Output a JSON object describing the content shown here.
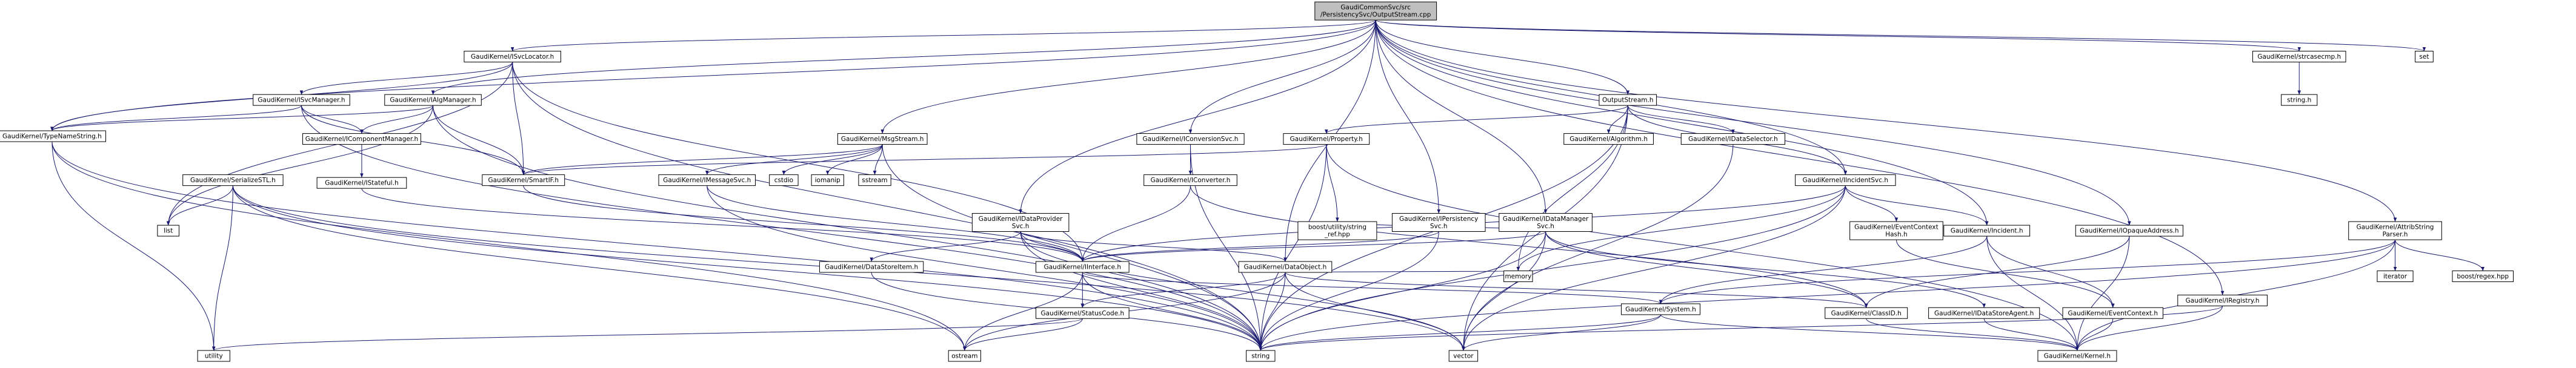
{
  "diagram": {
    "colors": {
      "edge": "#191970",
      "root_fill": "#bfbfbf",
      "box_fill": "#ffffff",
      "box_stroke": "#000000",
      "link_border_red": "#ff0000",
      "text": "#000000"
    },
    "nodes": [
      {
        "id": "root",
        "lines": [
          "GaudiCommonSvc/src",
          "/PersistencySvc/OutputStream.cpp"
        ],
        "style": "root"
      },
      {
        "id": "svclocator",
        "lines": [
          "GaudiKernel/ISvcLocator.h"
        ],
        "style": "box"
      },
      {
        "id": "typenamestring",
        "lines": [
          "GaudiKernel/TypeNameString.h"
        ],
        "style": "box"
      },
      {
        "id": "isvcmanager",
        "lines": [
          "GaudiKernel/ISvcManager.h"
        ],
        "style": "red"
      },
      {
        "id": "ialgmanager",
        "lines": [
          "GaudiKernel/IAlgManager.h"
        ],
        "style": "box"
      },
      {
        "id": "icomponentmanager",
        "lines": [
          "GaudiKernel/IComponentManager.h"
        ],
        "style": "box"
      },
      {
        "id": "istateful",
        "lines": [
          "GaudiKernel/IStateful.h"
        ],
        "style": "red"
      },
      {
        "id": "serializestl",
        "lines": [
          "GaudiKernel/SerializeSTL.h"
        ],
        "style": "red"
      },
      {
        "id": "list",
        "lines": [
          "list"
        ],
        "style": "plain"
      },
      {
        "id": "smartif",
        "lines": [
          "GaudiKernel/SmartIF.h"
        ],
        "style": "box"
      },
      {
        "id": "msgstream",
        "lines": [
          "GaudiKernel/MsgStream.h"
        ],
        "style": "box"
      },
      {
        "id": "imessagesvc",
        "lines": [
          "GaudiKernel/IMessageSvc.h"
        ],
        "style": "red"
      },
      {
        "id": "cstdio",
        "lines": [
          "cstdio"
        ],
        "style": "plain"
      },
      {
        "id": "iomanip",
        "lines": [
          "iomanip"
        ],
        "style": "plain"
      },
      {
        "id": "sstream",
        "lines": [
          "sstream"
        ],
        "style": "plain"
      },
      {
        "id": "idataprovider",
        "lines": [
          "GaudiKernel/IDataProvider",
          "Svc.h"
        ],
        "style": "box"
      },
      {
        "id": "iconversionsvc",
        "lines": [
          "GaudiKernel/IConversionSvc.h"
        ],
        "style": "box"
      },
      {
        "id": "iconverter",
        "lines": [
          "GaudiKernel/IConverter.h"
        ],
        "style": "box"
      },
      {
        "id": "property",
        "lines": [
          "GaudiKernel/Property.h"
        ],
        "style": "red"
      },
      {
        "id": "boost",
        "lines": [
          "boost/utility/string",
          "_ref.hpp"
        ],
        "style": "plain"
      },
      {
        "id": "ipersistency",
        "lines": [
          "GaudiKernel/IPersistency",
          "Svc.h"
        ],
        "style": "box"
      },
      {
        "id": "idatamanager",
        "lines": [
          "GaudiKernel/IDataManager",
          "Svc.h"
        ],
        "style": "box"
      },
      {
        "id": "outputstream",
        "lines": [
          "OutputStream.h"
        ],
        "style": "box"
      },
      {
        "id": "algorithm",
        "lines": [
          "GaudiKernel/Algorithm.h"
        ],
        "style": "red"
      },
      {
        "id": "idataselector",
        "lines": [
          "GaudiKernel/IDataSelector.h"
        ],
        "style": "box"
      },
      {
        "id": "iincidentsvc",
        "lines": [
          "GaudiKernel/IIncidentSvc.h"
        ],
        "style": "box"
      },
      {
        "id": "eventcontexthash",
        "lines": [
          "GaudiKernel/EventContext",
          "Hash.h"
        ],
        "style": "box"
      },
      {
        "id": "incident",
        "lines": [
          "GaudiKernel/Incident.h"
        ],
        "style": "box"
      },
      {
        "id": "iopaqueaddress",
        "lines": [
          "GaudiKernel/IOpaqueAddress.h"
        ],
        "style": "box"
      },
      {
        "id": "strcasecmp",
        "lines": [
          "GaudiKernel/strcasecmp.h"
        ],
        "style": "box"
      },
      {
        "id": "set",
        "lines": [
          "set"
        ],
        "style": "plain"
      },
      {
        "id": "stringh",
        "lines": [
          "string.h"
        ],
        "style": "plain"
      },
      {
        "id": "attribstring",
        "lines": [
          "GaudiKernel/AttribString",
          "Parser.h"
        ],
        "style": "box"
      },
      {
        "id": "iterator",
        "lines": [
          "iterator"
        ],
        "style": "plain"
      },
      {
        "id": "boostregex",
        "lines": [
          "boost/regex.hpp"
        ],
        "style": "plain"
      },
      {
        "id": "iregistry",
        "lines": [
          "GaudiKernel/IRegistry.h"
        ],
        "style": "box"
      },
      {
        "id": "idatastoreitem",
        "lines": [
          "GaudiKernel/DataStoreItem.h"
        ],
        "style": "box"
      },
      {
        "id": "iinterface",
        "lines": [
          "GaudiKernel/IInterface.h"
        ],
        "style": "red"
      },
      {
        "id": "dataobject",
        "lines": [
          "GaudiKernel/DataObject.h"
        ],
        "style": "box"
      },
      {
        "id": "statuscode",
        "lines": [
          "GaudiKernel/StatusCode.h"
        ],
        "style": "red"
      },
      {
        "id": "memory",
        "lines": [
          "memory"
        ],
        "style": "plain"
      },
      {
        "id": "system",
        "lines": [
          "GaudiKernel/System.h"
        ],
        "style": "red"
      },
      {
        "id": "classid",
        "lines": [
          "GaudiKernel/ClassID.h"
        ],
        "style": "box"
      },
      {
        "id": "idatastoreagent",
        "lines": [
          "GaudiKernel/IDataStoreAgent.h"
        ],
        "style": "red"
      },
      {
        "id": "eventcontext",
        "lines": [
          "GaudiKernel/EventContext.h"
        ],
        "style": "red"
      },
      {
        "id": "kernel",
        "lines": [
          "GaudiKernel/Kernel.h"
        ],
        "style": "box"
      },
      {
        "id": "utility",
        "lines": [
          "utility"
        ],
        "style": "plain"
      },
      {
        "id": "ostream",
        "lines": [
          "ostream"
        ],
        "style": "plain"
      },
      {
        "id": "string",
        "lines": [
          "string"
        ],
        "style": "plain"
      },
      {
        "id": "vector",
        "lines": [
          "vector"
        ],
        "style": "plain"
      }
    ],
    "edges": [
      [
        "root",
        "svclocator"
      ],
      [
        "root",
        "typenamestring"
      ],
      [
        "root",
        "ialgmanager"
      ],
      [
        "root",
        "msgstream"
      ],
      [
        "root",
        "idataprovider"
      ],
      [
        "root",
        "iconversionsvc"
      ],
      [
        "root",
        "dataobject"
      ],
      [
        "root",
        "ipersistency"
      ],
      [
        "root",
        "idatamanager"
      ],
      [
        "root",
        "outputstream"
      ],
      [
        "root",
        "iincidentsvc"
      ],
      [
        "root",
        "incident"
      ],
      [
        "root",
        "iopaqueaddress"
      ],
      [
        "root",
        "iregistry"
      ],
      [
        "root",
        "strcasecmp"
      ],
      [
        "root",
        "attribstring"
      ],
      [
        "root",
        "set"
      ],
      [
        "svclocator",
        "typenamestring"
      ],
      [
        "svclocator",
        "isvcmanager"
      ],
      [
        "svclocator",
        "list"
      ],
      [
        "svclocator",
        "smartif"
      ],
      [
        "svclocator",
        "iinterface"
      ],
      [
        "svclocator",
        "string"
      ],
      [
        "isvcmanager",
        "typenamestring"
      ],
      [
        "isvcmanager",
        "icomponentmanager"
      ],
      [
        "isvcmanager",
        "smartif"
      ],
      [
        "isvcmanager",
        "string"
      ],
      [
        "ialgmanager",
        "typenamestring"
      ],
      [
        "ialgmanager",
        "icomponentmanager"
      ],
      [
        "ialgmanager",
        "smartif"
      ],
      [
        "ialgmanager",
        "list"
      ],
      [
        "ialgmanager",
        "string"
      ],
      [
        "icomponentmanager",
        "istateful"
      ],
      [
        "istateful",
        "iinterface"
      ],
      [
        "typenamestring",
        "string"
      ],
      [
        "typenamestring",
        "utility"
      ],
      [
        "typenamestring",
        "ostream"
      ],
      [
        "serializestl",
        "list"
      ],
      [
        "serializestl",
        "utility"
      ],
      [
        "serializestl",
        "ostream"
      ],
      [
        "serializestl",
        "string"
      ],
      [
        "serializestl",
        "vector"
      ],
      [
        "smartif",
        "iinterface"
      ],
      [
        "msgstream",
        "imessagesvc"
      ],
      [
        "msgstream",
        "cstdio"
      ],
      [
        "msgstream",
        "iomanip"
      ],
      [
        "msgstream",
        "sstream"
      ],
      [
        "msgstream",
        "string"
      ],
      [
        "msgstream",
        "smartif"
      ],
      [
        "imessagesvc",
        "iinterface"
      ],
      [
        "imessagesvc",
        "string"
      ],
      [
        "idataprovider",
        "iinterface"
      ],
      [
        "idataprovider",
        "idatastoreitem"
      ],
      [
        "idataprovider",
        "dataobject"
      ],
      [
        "idataprovider",
        "string"
      ],
      [
        "idataprovider",
        "vector"
      ],
      [
        "iconversionsvc",
        "iconverter"
      ],
      [
        "iconversionsvc",
        "string"
      ],
      [
        "iconverter",
        "iinterface"
      ],
      [
        "iconverter",
        "classid"
      ],
      [
        "property",
        "smartif"
      ],
      [
        "property",
        "boost"
      ],
      [
        "property",
        "string"
      ],
      [
        "property",
        "kernel"
      ],
      [
        "ipersistency",
        "iinterface"
      ],
      [
        "ipersistency",
        "string"
      ],
      [
        "idatamanager",
        "iinterface"
      ],
      [
        "idatamanager",
        "classid"
      ],
      [
        "idatamanager",
        "idatastoreagent"
      ],
      [
        "idatamanager",
        "string"
      ],
      [
        "idatamanager",
        "boost"
      ],
      [
        "idatamanager",
        "vector"
      ],
      [
        "outputstream",
        "property"
      ],
      [
        "outputstream",
        "algorithm"
      ],
      [
        "outputstream",
        "idataselector"
      ],
      [
        "outputstream",
        "iincidentsvc"
      ],
      [
        "outputstream",
        "memory"
      ],
      [
        "outputstream",
        "string"
      ],
      [
        "outputstream",
        "vector"
      ],
      [
        "idataselector",
        "vector"
      ],
      [
        "iincidentsvc",
        "eventcontexthash"
      ],
      [
        "iincidentsvc",
        "incident"
      ],
      [
        "iincidentsvc",
        "iinterface"
      ],
      [
        "iincidentsvc",
        "memory"
      ],
      [
        "iincidentsvc",
        "string"
      ],
      [
        "iincidentsvc",
        "vector"
      ],
      [
        "eventcontexthash",
        "eventcontext"
      ],
      [
        "incident",
        "eventcontext"
      ],
      [
        "incident",
        "system"
      ],
      [
        "incident",
        "kernel"
      ],
      [
        "iopaqueaddress",
        "kernel"
      ],
      [
        "iopaqueaddress",
        "classid"
      ],
      [
        "strcasecmp",
        "stringh"
      ],
      [
        "attribstring",
        "iterator"
      ],
      [
        "attribstring",
        "boostregex"
      ],
      [
        "attribstring",
        "kernel"
      ],
      [
        "attribstring",
        "string"
      ],
      [
        "attribstring",
        "system"
      ],
      [
        "iregistry",
        "kernel"
      ],
      [
        "iregistry",
        "string"
      ],
      [
        "idatastoreitem",
        "string"
      ],
      [
        "iinterface",
        "statuscode"
      ],
      [
        "iinterface",
        "system"
      ],
      [
        "iinterface",
        "ostream"
      ],
      [
        "iinterface",
        "string"
      ],
      [
        "dataobject",
        "classid"
      ],
      [
        "dataobject",
        "statuscode"
      ],
      [
        "dataobject",
        "memory"
      ],
      [
        "dataobject",
        "ostream"
      ],
      [
        "dataobject",
        "string"
      ],
      [
        "dataobject",
        "vector"
      ],
      [
        "statuscode",
        "utility"
      ],
      [
        "statuscode",
        "ostream"
      ],
      [
        "system",
        "kernel"
      ],
      [
        "system",
        "string"
      ],
      [
        "system",
        "vector"
      ],
      [
        "classid",
        "kernel"
      ],
      [
        "idatastoreagent",
        "kernel"
      ],
      [
        "eventcontext",
        "kernel"
      ]
    ]
  }
}
